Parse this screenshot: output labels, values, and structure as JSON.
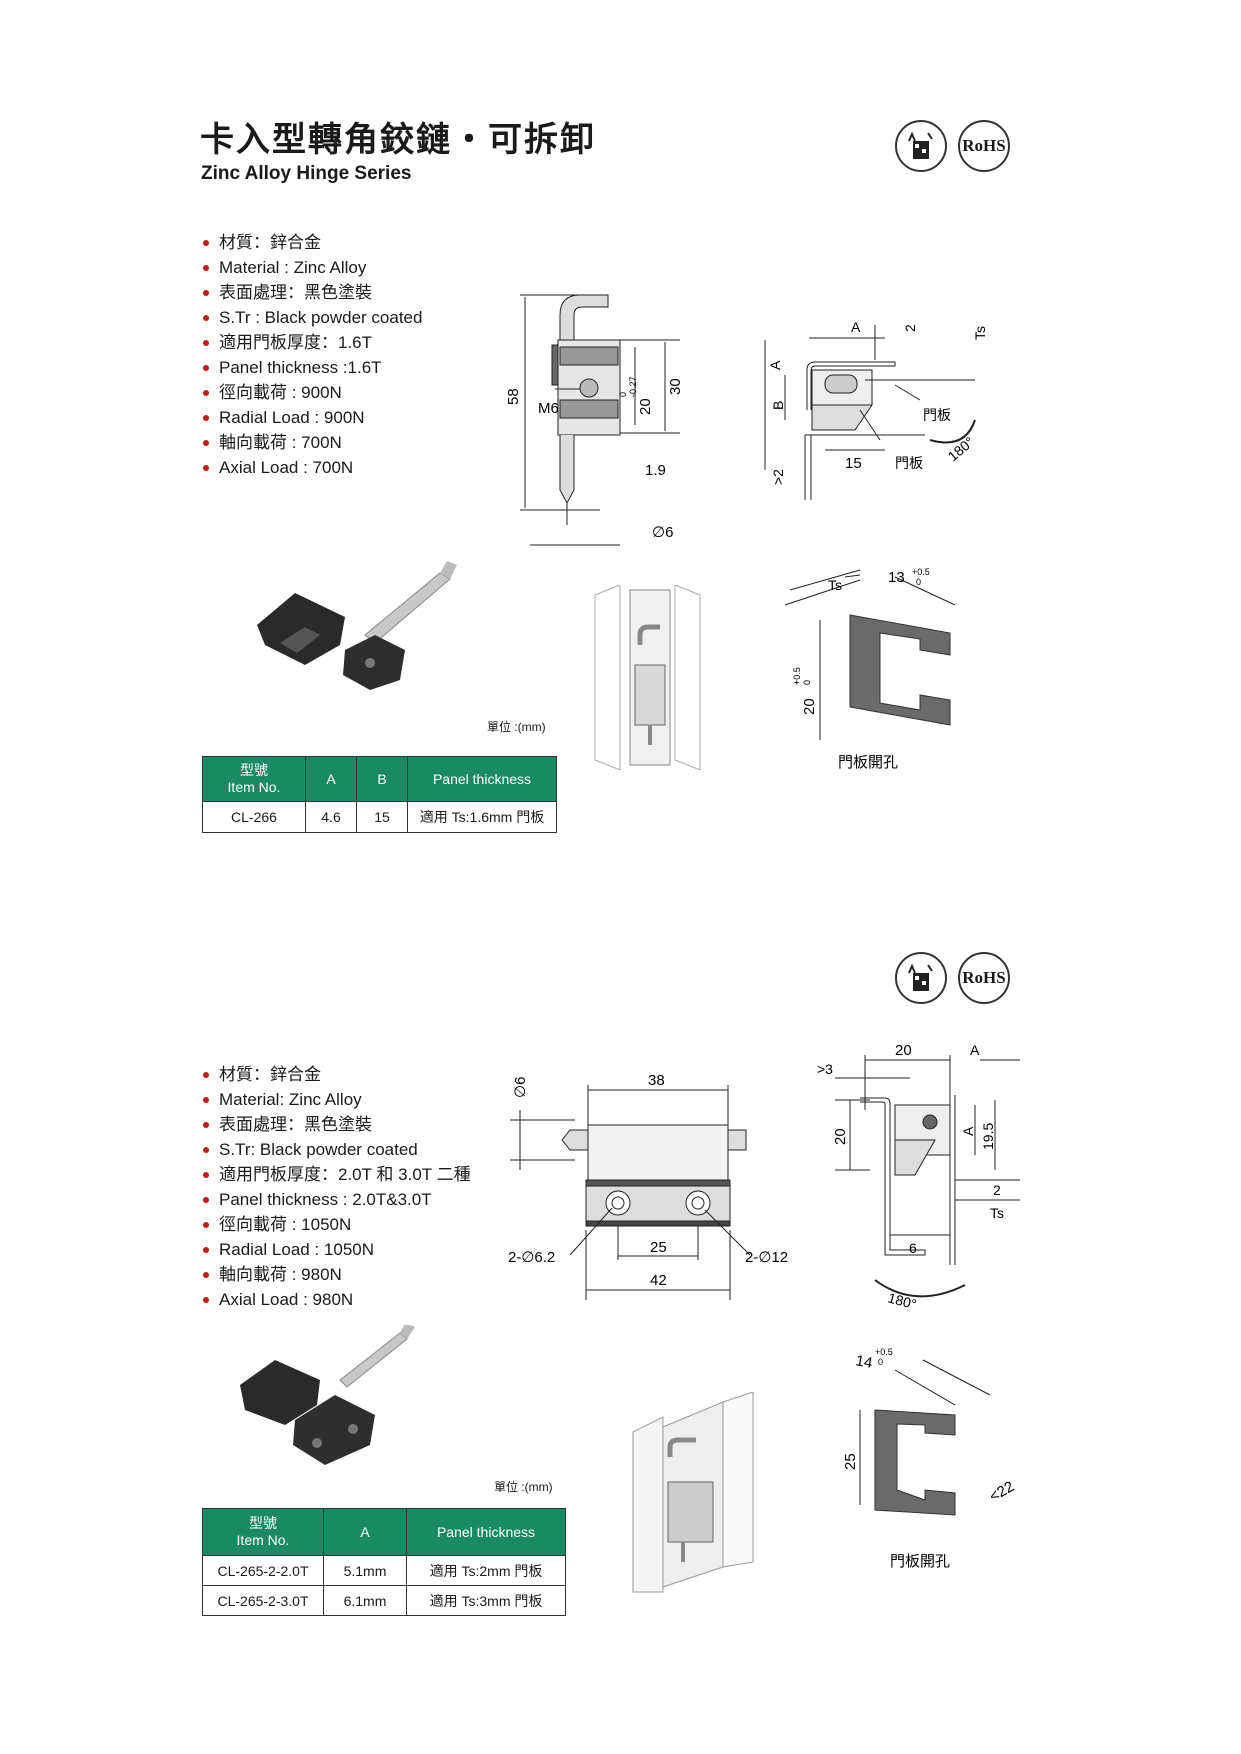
{
  "header": {
    "title_cn": "卡入型轉角鉸鏈・可拆卸",
    "title_en": "Zinc Alloy Hinge Series"
  },
  "badges": {
    "rohs": "RoHS",
    "recycle_icon": "recycle-bin-icon"
  },
  "product1": {
    "specs": [
      "材質：鋅合金",
      "Material : Zinc Alloy",
      "表面處理：黑色塗裝",
      "S.Tr : Black powder coated",
      "適用門板厚度：1.6T",
      "Panel thickness :1.6T",
      "徑向載荷 : 900N",
      "Radial Load : 900N",
      "軸向載荷 : 700N",
      "Axial Load : 700N"
    ],
    "unit_label": "單位 :(mm)",
    "table": {
      "headers": {
        "item_cn": "型號",
        "item_en": "Item No.",
        "a": "A",
        "b": "B",
        "panel": "Panel thickness"
      },
      "rows": [
        {
          "item": "CL-266",
          "a": "4.6",
          "b": "15",
          "panel": "適用 Ts:1.6mm 門板"
        }
      ]
    },
    "drawing": {
      "d58": "58",
      "m6": "M6",
      "tol_top": "0",
      "tol_bot": "-0.27",
      "d20": "20",
      "d30": "30",
      "d19": "1.9",
      "phi6": "6",
      "a": "A",
      "b": "B",
      "d2": "2",
      "ts": "Ts",
      "d15": "15",
      "gt2": ">2",
      "door1": "門板",
      "door2": "門板",
      "deg": "180°"
    },
    "cutout": {
      "ts": "Ts",
      "w": "13",
      "w_tol_top": "+0.5",
      "w_tol_bot": "0",
      "h": "20",
      "h_tol_top": "+0.5",
      "h_tol_bot": "0",
      "caption": "門板開孔"
    }
  },
  "product2": {
    "specs": [
      "材質：鋅合金",
      "Material: Zinc Alloy",
      "表面處理：黑色塗裝",
      "S.Tr: Black powder coated",
      "適用門板厚度：2.0T 和 3.0T 二種",
      "Panel thickness : 2.0T&3.0T",
      "徑向載荷 : 1050N",
      "Radial Load : 1050N",
      "軸向載荷 : 980N",
      "Axial Load : 980N"
    ],
    "unit_label": "單位 :(mm)",
    "table": {
      "headers": {
        "item_cn": "型號",
        "item_en": "Item No.",
        "a": "A",
        "panel": "Panel thickness"
      },
      "rows": [
        {
          "item": "CL-265-2-2.0T",
          "a": "5.1mm",
          "panel": "適用 Ts:2mm 門板"
        },
        {
          "item": "CL-265-2-3.0T",
          "a": "6.1mm",
          "panel": "適用 Ts:3mm 門板"
        }
      ]
    },
    "drawing": {
      "phi6": "6",
      "d38": "38",
      "hole_small": "2-",
      "hole_small_v": "6.2",
      "hole_big": "2-",
      "hole_big_v": "12",
      "d25": "25",
      "d42": "42",
      "d20_top": "20",
      "a_top": "A",
      "gt3": ">3",
      "d20_side": "20",
      "a_side": "A",
      "d19_5": "19.5",
      "d2": "2",
      "ts": "Ts",
      "d6": "6",
      "deg": "180°"
    },
    "cutout": {
      "w": "14",
      "w_tol_top": "+0.5",
      "w_tol_bot": "0",
      "h": "25",
      "r": "22",
      "caption": "門板開孔"
    }
  }
}
